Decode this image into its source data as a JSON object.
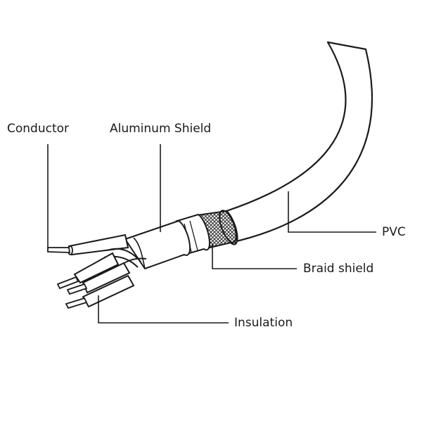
{
  "labels": {
    "conductor": "Conductor",
    "aluminum_shield": "Aluminum Shield",
    "pvc": "PVC",
    "braid_shield": "Braid shield",
    "insulation": "Insulation"
  },
  "colors": {
    "line": "#1a1a1a",
    "fill": "#ffffff",
    "braid": "#333333"
  }
}
